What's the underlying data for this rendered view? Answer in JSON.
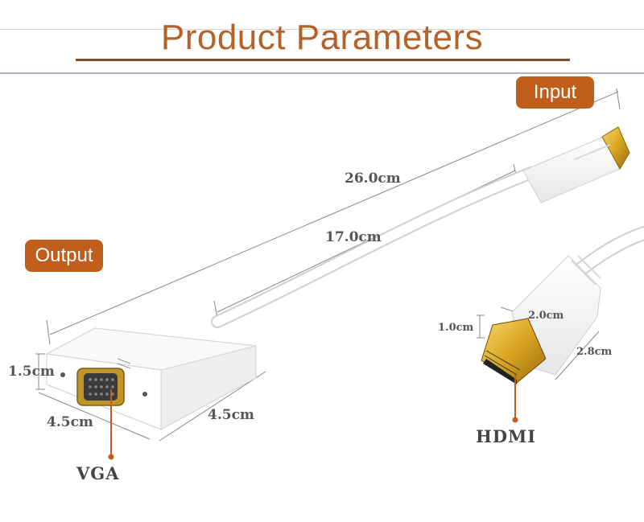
{
  "header": {
    "title": "Product Parameters"
  },
  "tags": {
    "input": "Input",
    "output": "Output"
  },
  "dimensions": {
    "total_length": "26.0cm",
    "cable_length": "17.0cm",
    "vga_height": "1.5cm",
    "vga_width": "4.5cm",
    "vga_depth": "4.5cm",
    "hdmi_tip_height": "1.0cm",
    "hdmi_tip_width": "2.0cm",
    "hdmi_head_length": "2.8cm"
  },
  "connectors": {
    "vga": "VGA",
    "hdmi": "HDMI"
  },
  "colors": {
    "title": "#b5612a",
    "tag_bg": "#c05e1c",
    "marker_line": "#c05e1c",
    "gold_plug": "#d9a520"
  }
}
